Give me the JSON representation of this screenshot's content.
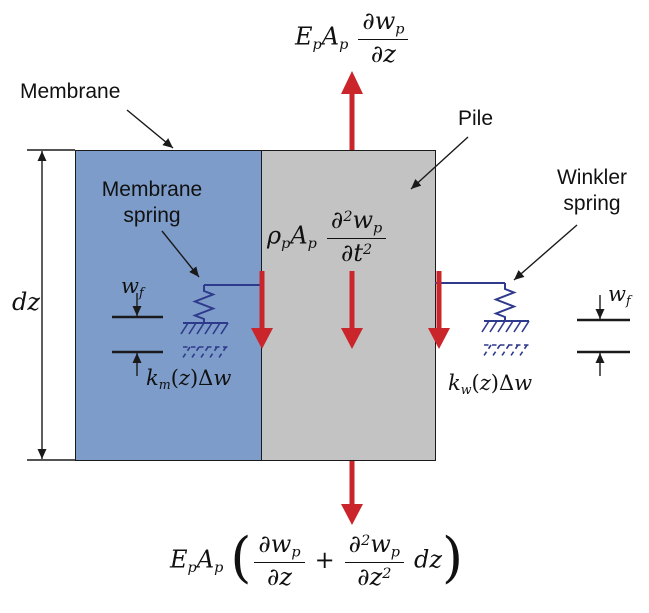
{
  "colors": {
    "red": "#c9252b",
    "navy": "#2e3a8c",
    "membrane_fill": "#7d9cc9",
    "pile_fill": "#c3c3c4",
    "line": "#1a1a1a"
  },
  "labels": {
    "membrane": "Membrane",
    "pile": "Pile",
    "membrane_spring": [
      "Membrane",
      "spring"
    ],
    "winkler_spring": [
      "Winkler",
      "spring"
    ]
  },
  "equations": {
    "top_axial_force": [
      {
        "t": "i",
        "v": "E"
      },
      {
        "t": "sub",
        "v": "p"
      },
      {
        "t": "i",
        "v": "A"
      },
      {
        "t": "sub",
        "v": "p"
      },
      {
        "t": "sp"
      },
      {
        "t": "frac",
        "num": [
          {
            "t": "i",
            "v": "∂w"
          },
          {
            "t": "sub",
            "v": "p"
          }
        ],
        "den": [
          {
            "t": "i",
            "v": "∂z"
          }
        ]
      }
    ],
    "inertia_force": [
      {
        "t": "i",
        "v": "ρ"
      },
      {
        "t": "sub",
        "v": "p"
      },
      {
        "t": "i",
        "v": "A"
      },
      {
        "t": "sub",
        "v": "p"
      },
      {
        "t": "sp"
      },
      {
        "t": "frac",
        "num": [
          {
            "t": "i",
            "v": "∂"
          },
          {
            "t": "sup",
            "v": "2"
          },
          {
            "t": "i",
            "v": "w"
          },
          {
            "t": "sub",
            "v": "p"
          }
        ],
        "den": [
          {
            "t": "i",
            "v": "∂t"
          },
          {
            "t": "sup",
            "v": "2"
          }
        ]
      }
    ],
    "bottom_axial_force": [
      {
        "t": "i",
        "v": "E"
      },
      {
        "t": "sub",
        "v": "p"
      },
      {
        "t": "i",
        "v": "A"
      },
      {
        "t": "sub",
        "v": "p"
      },
      {
        "t": "sp"
      },
      {
        "t": "paren",
        "v": "("
      },
      {
        "t": "frac",
        "num": [
          {
            "t": "i",
            "v": "∂w"
          },
          {
            "t": "sub",
            "v": "p"
          }
        ],
        "den": [
          {
            "t": "i",
            "v": "∂z"
          }
        ]
      },
      {
        "t": "op",
        "v": "+"
      },
      {
        "t": "frac",
        "num": [
          {
            "t": "i",
            "v": "∂"
          },
          {
            "t": "sup",
            "v": "2"
          },
          {
            "t": "i",
            "v": "w"
          },
          {
            "t": "sub",
            "v": "p"
          }
        ],
        "den": [
          {
            "t": "i",
            "v": "∂z"
          },
          {
            "t": "sup",
            "v": "2"
          }
        ]
      },
      {
        "t": "sp"
      },
      {
        "t": "i",
        "v": "dz"
      },
      {
        "t": "paren",
        "v": ")"
      }
    ],
    "membrane_reaction": [
      {
        "t": "i",
        "v": "k"
      },
      {
        "t": "sub",
        "v": "m"
      },
      {
        "t": "n",
        "v": "("
      },
      {
        "t": "i",
        "v": "z"
      },
      {
        "t": "n",
        "v": ")"
      },
      {
        "t": "n",
        "v": "Δ"
      },
      {
        "t": "i",
        "v": "w"
      }
    ],
    "winkler_reaction": [
      {
        "t": "i",
        "v": "k"
      },
      {
        "t": "sub",
        "v": "w"
      },
      {
        "t": "n",
        "v": "("
      },
      {
        "t": "i",
        "v": "z"
      },
      {
        "t": "n",
        "v": ")"
      },
      {
        "t": "n",
        "v": "Δ"
      },
      {
        "t": "i",
        "v": "w"
      }
    ],
    "dz_dimension": [
      {
        "t": "i",
        "v": "dz"
      }
    ],
    "wf_left": [
      {
        "t": "i",
        "v": "w"
      },
      {
        "t": "sub",
        "v": "f"
      }
    ],
    "wf_right": [
      {
        "t": "i",
        "v": "w"
      },
      {
        "t": "sub",
        "v": "f"
      }
    ]
  }
}
